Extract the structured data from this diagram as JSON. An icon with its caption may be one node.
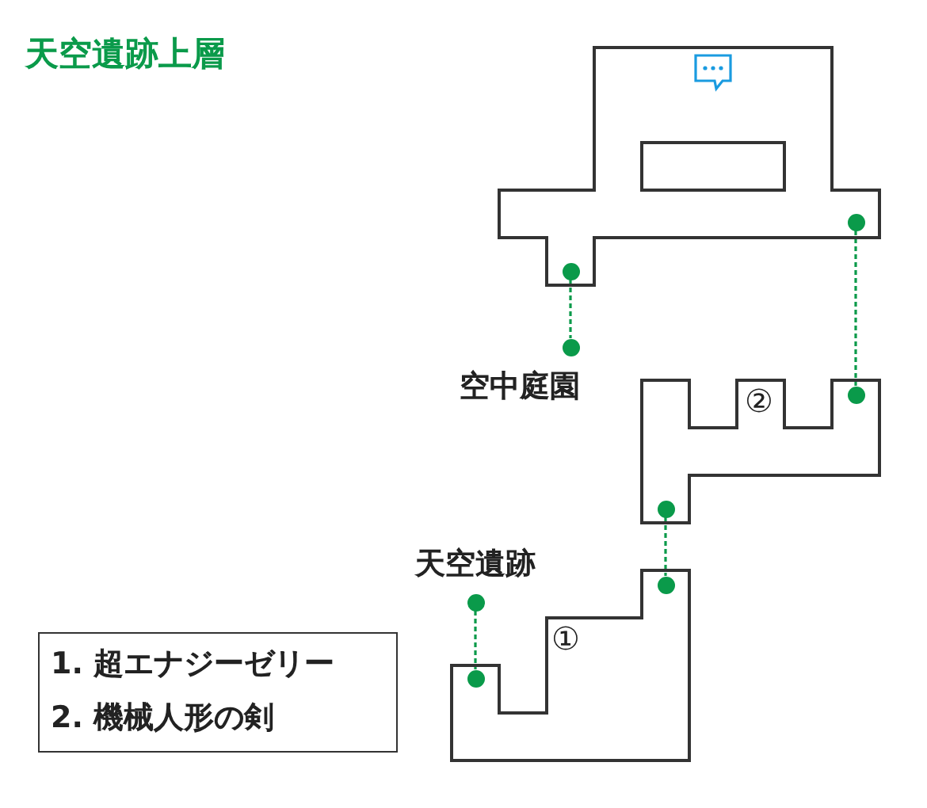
{
  "diagram": {
    "title": "天空遺跡上層",
    "nodes": [
      {
        "text": [],
        "shape": "box"
      },
      {
        "text": [
          "②"
        ]
      },
      {
        "text": [
          "①"
        ]
      },
      {
        "text": [],
        "shape": "circle",
        "in": 0
      },
      {
        "text": [],
        "shape": "circle",
        "beside": [
          "空中庭園"
        ]
      },
      {
        "text": [],
        "shape": "circle",
        "in": 0
      },
      {
        "text": [],
        "shape": "circle",
        "in": 1
      },
      {
        "text": [],
        "shape": "circle",
        "in": 1
      },
      {
        "text": [],
        "shape": "circle",
        "in": 2
      },
      {
        "text": [],
        "shape": "circle",
        "beside": [
          "天空遺跡"
        ]
      },
      {
        "text": [],
        "shape": "circle",
        "in": 2
      },
      {
        "text": [],
        "shape": "box",
        "in": 0
      }
    ],
    "edges": [
      {
        "from": 3,
        "to": 4,
        "arrow": "none",
        "style": "dashed"
      },
      {
        "from": 5,
        "to": 6,
        "arrow": "none",
        "style": "dashed"
      },
      {
        "from": 7,
        "to": 8,
        "arrow": "none",
        "style": "dashed"
      },
      {
        "from": 9,
        "to": 10,
        "arrow": "none",
        "style": "dashed"
      }
    ],
    "labels": [
      "1. 超エナジーゼリー",
      "2. 機械人形の剣"
    ]
  }
}
